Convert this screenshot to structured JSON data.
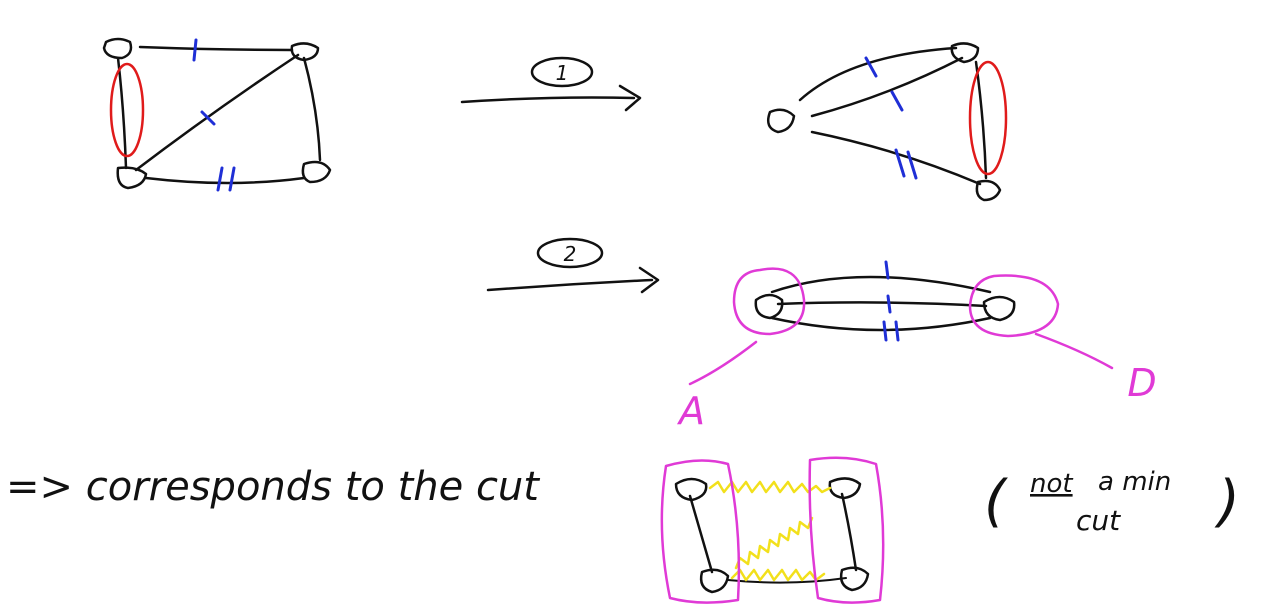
{
  "colors": {
    "ink": "#111111",
    "edge_mark": "#1f2fd6",
    "contracted": "#e01b1b",
    "supernode": "#e03ad6",
    "cut_edge": "#f2e01b",
    "background": "#ffffff"
  },
  "steps": {
    "step1_label": "1",
    "step2_label": "2"
  },
  "supernodes": {
    "left_label": "A",
    "right_label": "D"
  },
  "conclusion": {
    "text": "=> corresponds to the cut",
    "note_line1": "not",
    "note_line1b": "a min",
    "note_line2": "cut",
    "note_open": "(",
    "note_close": ")"
  }
}
